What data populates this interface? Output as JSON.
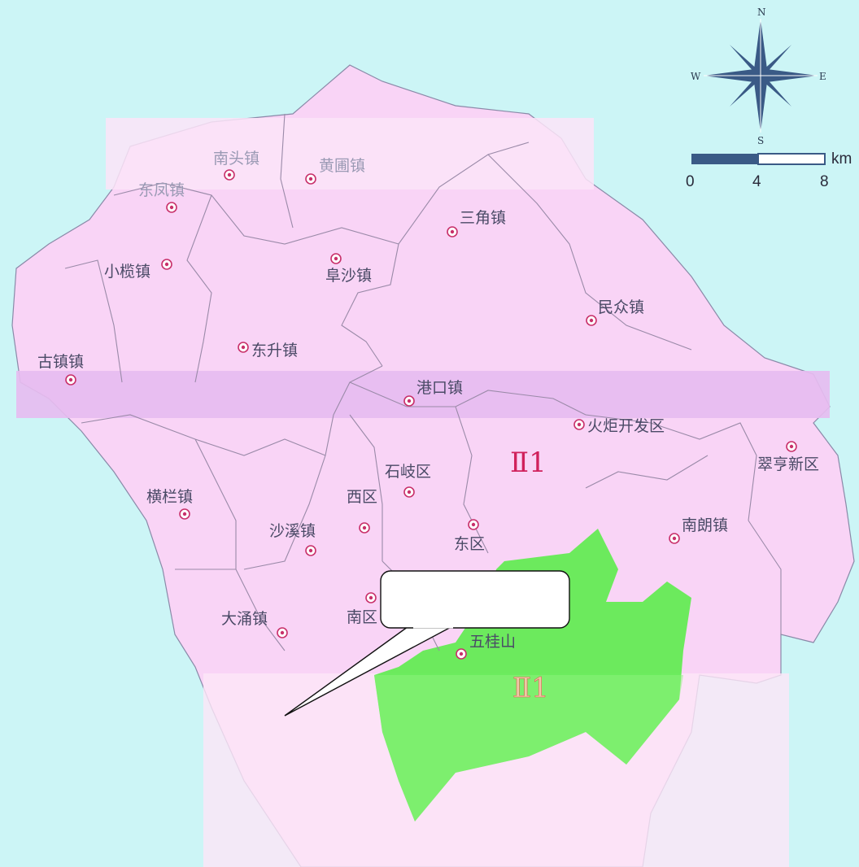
{
  "map": {
    "towns": [
      {
        "key": "nantou",
        "name": "南头镇"
      },
      {
        "key": "huangpu",
        "name": "黄圃镇"
      },
      {
        "key": "dongfeng",
        "name": "东凤镇"
      },
      {
        "key": "sanjiao",
        "name": "三角镇"
      },
      {
        "key": "xiaolan",
        "name": "小榄镇"
      },
      {
        "key": "fusha",
        "name": "阜沙镇"
      },
      {
        "key": "minzhong",
        "name": "民众镇"
      },
      {
        "key": "dongsheng",
        "name": "东升镇"
      },
      {
        "key": "guzhen",
        "name": "古镇镇"
      },
      {
        "key": "gangkou",
        "name": "港口镇"
      },
      {
        "key": "huoju",
        "name": "火炬开发区"
      },
      {
        "key": "cuiheng",
        "name": "翠亨新区"
      },
      {
        "key": "shiqi",
        "name": "石岐区"
      },
      {
        "key": "henglan",
        "name": "横栏镇"
      },
      {
        "key": "xiqu",
        "name": "西区"
      },
      {
        "key": "shaxi",
        "name": "沙溪镇"
      },
      {
        "key": "dongqu",
        "name": "东区"
      },
      {
        "key": "nanlang",
        "name": "南朗镇"
      },
      {
        "key": "dayong",
        "name": "大涌镇"
      },
      {
        "key": "nanqu",
        "name": "南区"
      },
      {
        "key": "wuguishan",
        "name": "五桂山"
      }
    ],
    "zones": {
      "zone_main": "Ⅱ1",
      "zone_green": "Ⅱ1"
    },
    "callout_text": "",
    "colors": {
      "sea": "#ccf5f6",
      "land": "#f9d4f6",
      "band": "#e6bcf0",
      "green_zone": "#5cec4c",
      "boundary": "#9a8aa8",
      "marker": "#c8306a"
    }
  },
  "compass": {
    "n": "N",
    "s": "S",
    "e": "E",
    "w": "W"
  },
  "scale_bar": {
    "ticks": [
      "0",
      "4",
      "8"
    ],
    "unit": "km"
  }
}
